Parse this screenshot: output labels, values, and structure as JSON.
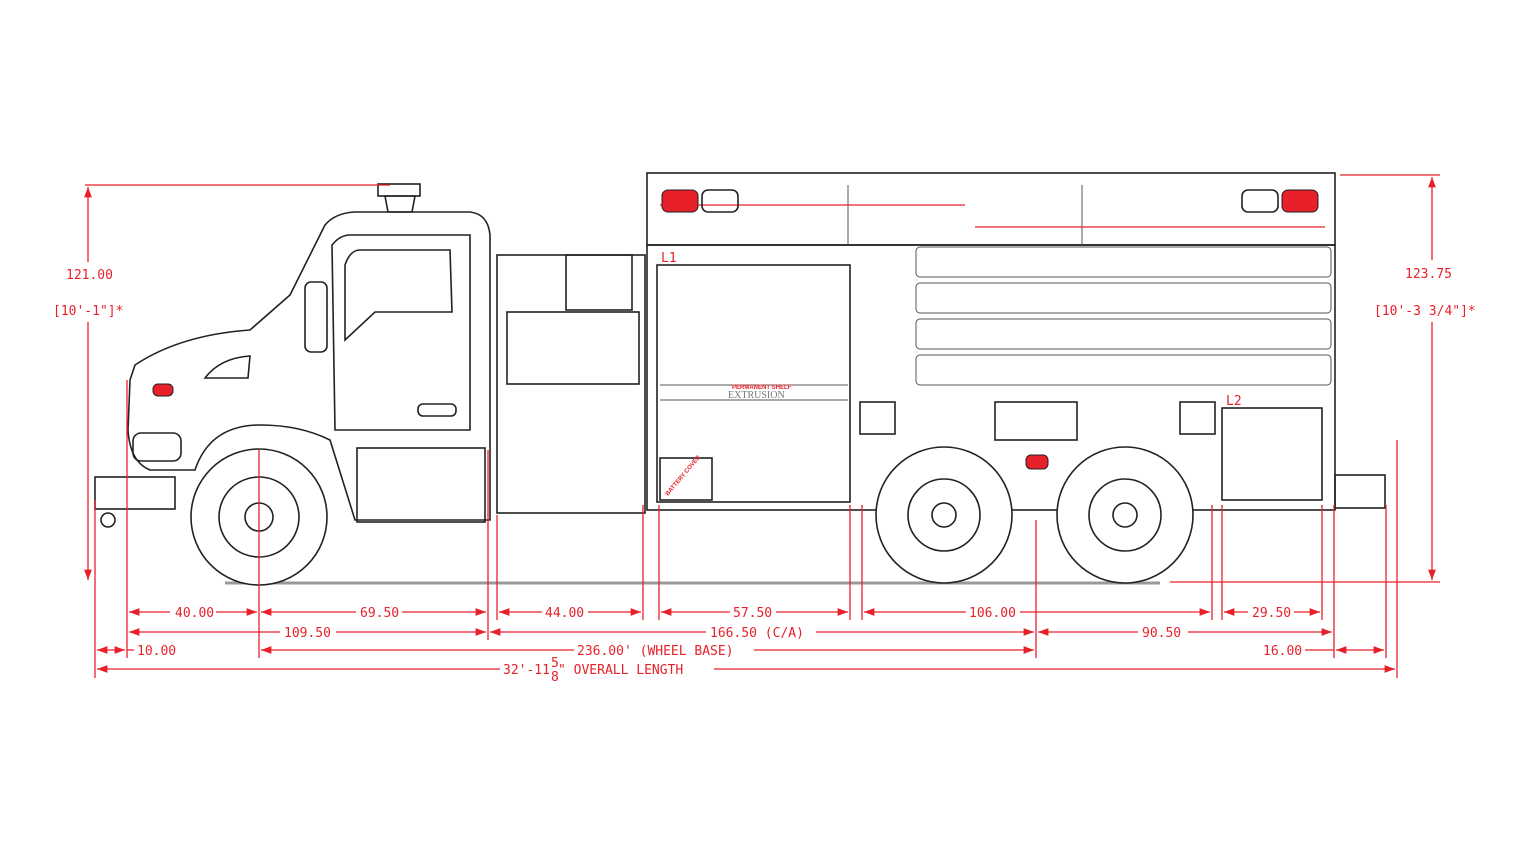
{
  "drawing": {
    "heights": {
      "front_height": "121.00",
      "front_height_ft": "[10'-1\"]*",
      "rear_height": "123.75",
      "rear_height_ft": "[10'-3 3/4\"]*"
    },
    "row1": [
      "40.00",
      "69.50",
      "44.00",
      "57.50",
      "106.00",
      "29.50"
    ],
    "row2": [
      "109.50",
      "166.50 (C/A)",
      "90.50"
    ],
    "row3": [
      "10.00",
      "236.00' (WHEEL BASE)",
      "16.00"
    ],
    "overall": {
      "whole": "32'-11",
      "num": "5",
      "den": "8",
      "suffix": "\" OVERALL LENGTH"
    },
    "labels": {
      "compartment_l1": "L1",
      "compartment_l2": "L2",
      "shelf": "PERMANENT SHELF",
      "extrusion": "EXTRUSION",
      "battery": "BATTERY COVER"
    },
    "colors": {
      "dimension": "#e8202a",
      "line": "#222222"
    }
  }
}
